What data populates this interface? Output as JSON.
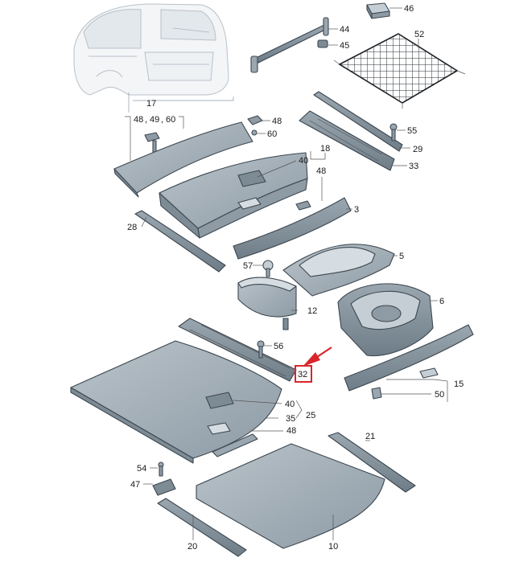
{
  "diagram": {
    "colors": {
      "part_fill": "#a6b2bb",
      "part_dark": "#7d8b95",
      "part_light": "#c5ced4",
      "outline": "#3c4750",
      "highlight": "#d9262b",
      "arrow": "#d9262b"
    },
    "labels": {
      "l3": "3",
      "l5": "5",
      "l6": "6",
      "l10": "10",
      "l12": "12",
      "l15": "15",
      "l17": "17",
      "l18": "18",
      "l20": "20",
      "l21": "21",
      "l25": "25",
      "l28": "28",
      "l29": "29",
      "l32": "32",
      "l33": "33",
      "l35": "35",
      "l40a": "40",
      "l40b": "40",
      "l44": "44",
      "l45": "45",
      "l46": "46",
      "l47": "47",
      "l48a": "48",
      "l48b": "48",
      "l48c": "48",
      "l48d": "48",
      "l49": "49",
      "l50": "50",
      "l52": "52",
      "l54": "54",
      "l55": "55",
      "l56": "56",
      "l57": "57",
      "l60a": "60",
      "l60b": "60",
      "comma1": ",",
      "comma2": ","
    },
    "highlighted_part": "32"
  }
}
